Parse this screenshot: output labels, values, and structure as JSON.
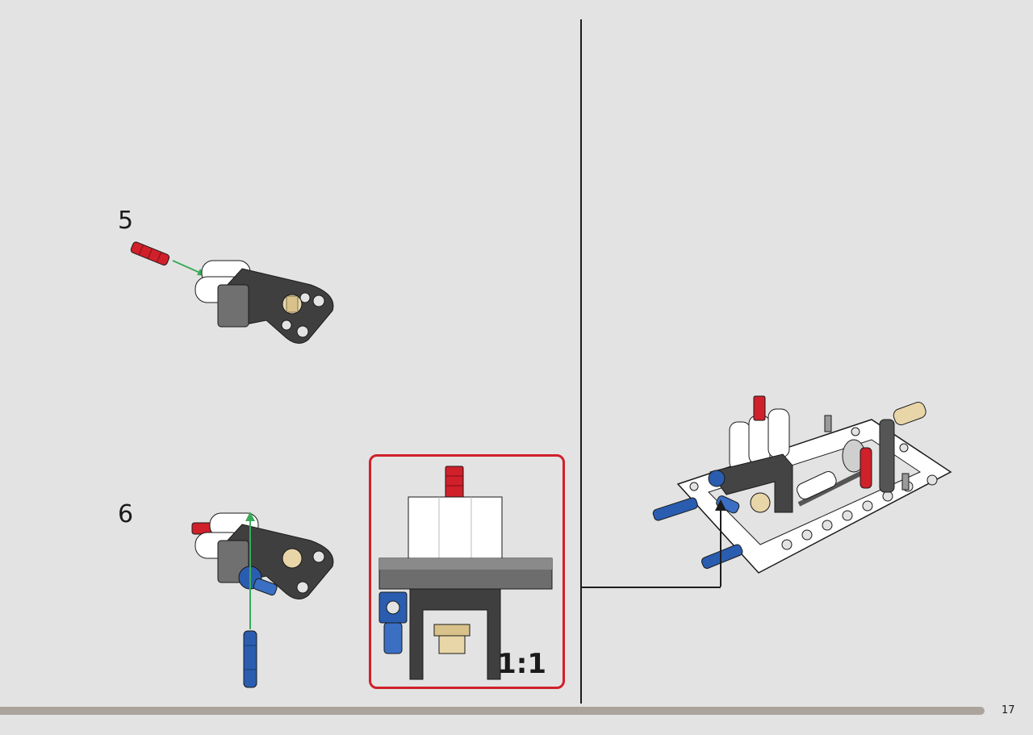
{
  "page": {
    "page_number": "17"
  },
  "steps": [
    {
      "number": "5"
    },
    {
      "number": "6"
    }
  ],
  "scale_callout": {
    "label": "1:1"
  },
  "colors": {
    "background": "#e3e3e3",
    "scale_frame": "#d0202a",
    "guide_arrow": "#3aaa5a",
    "part_red": "#d0202a",
    "part_blue": "#2a5db0",
    "part_dark_grey": "#4a4a4a",
    "part_white": "#ffffff",
    "part_tan": "#e8d6a8",
    "footer_bar": "#aaa49d"
  }
}
